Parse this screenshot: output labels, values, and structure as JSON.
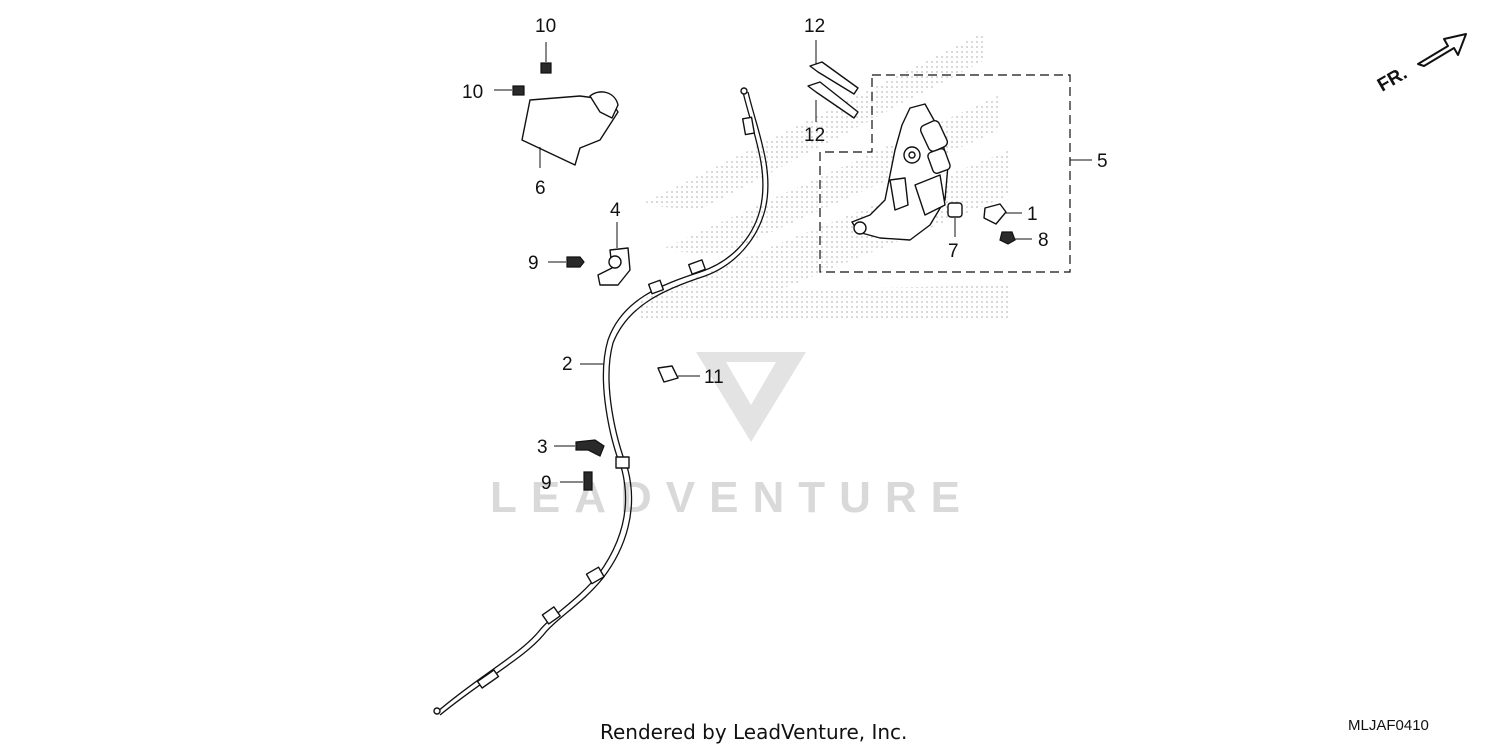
{
  "callouts": [
    {
      "id": "part-1",
      "label": "1"
    },
    {
      "id": "part-2",
      "label": "2"
    },
    {
      "id": "part-3",
      "label": "3"
    },
    {
      "id": "part-4",
      "label": "4"
    },
    {
      "id": "part-5",
      "label": "5"
    },
    {
      "id": "part-6",
      "label": "6"
    },
    {
      "id": "part-7",
      "label": "7"
    },
    {
      "id": "part-8",
      "label": "8"
    },
    {
      "id": "part-9",
      "label": "9"
    },
    {
      "id": "part-10",
      "label": "10"
    },
    {
      "id": "part-11",
      "label": "11"
    },
    {
      "id": "part-12",
      "label": "12"
    }
  ],
  "direction_label": "FR.",
  "watermark_text": "LEADVENTURE",
  "footer": {
    "credit": "Rendered by LeadVenture, Inc.",
    "diagram_code": "MLJAF0410"
  },
  "colors": {
    "line": "#111111",
    "watermark": "#d9d9d9",
    "dot_pattern": "#bdbdbd",
    "background": "#ffffff"
  }
}
